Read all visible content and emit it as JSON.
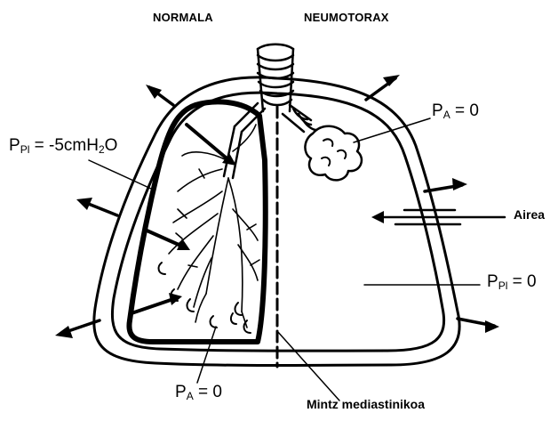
{
  "labels": {
    "normal": "NORMALA",
    "pneumo": "NEUMOTORAX",
    "air": "Airea",
    "mediastinum": "Mintz mediastinikoa",
    "ppl_left": {
      "sym": "P",
      "sub": "Pl",
      "rest": " = -5cmH",
      "sub2": "2",
      "tail": "O"
    },
    "pa_right": {
      "sym": "P",
      "sub": "A",
      "rest": " = 0"
    },
    "ppl_right": {
      "sym": "P",
      "sub": "Pl",
      "rest": " = 0"
    },
    "pa_bottom": {
      "sym": "P",
      "sub": "A",
      "rest": " = 0"
    }
  },
  "colors": {
    "ink": "#000000",
    "paper": "#ffffff"
  }
}
